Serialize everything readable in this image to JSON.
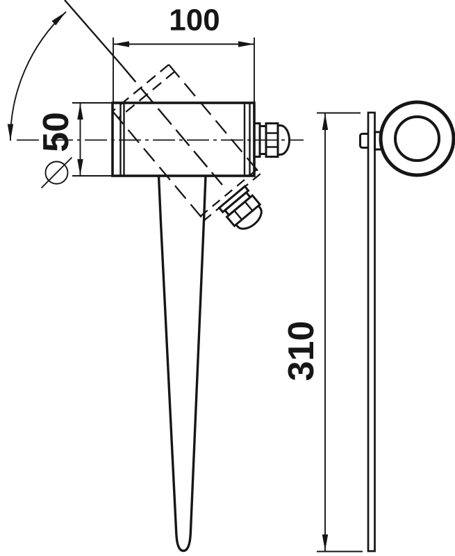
{
  "meta": {
    "background": "#ffffff",
    "line_color": "#161616"
  },
  "dimensions": {
    "width": {
      "value": "100"
    },
    "diameter": {
      "symbol": "Ø",
      "value": "50"
    },
    "height": {
      "value": "310"
    }
  }
}
